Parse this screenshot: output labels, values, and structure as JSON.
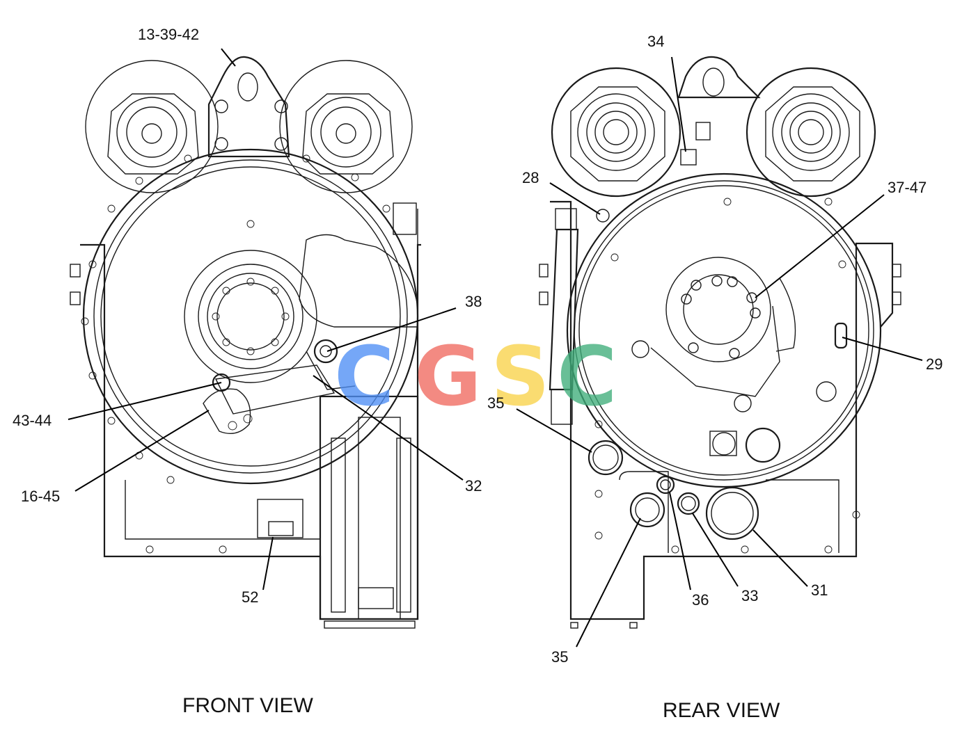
{
  "callouts": {
    "c_13_39_42": "13-39-42",
    "c_38": "38",
    "c_43_44": "43-44",
    "c_16_45": "16-45",
    "c_32": "32",
    "c_52": "52",
    "c_34": "34",
    "c_28": "28",
    "c_37_47": "37-47",
    "c_29": "29",
    "c_35_a": "35",
    "c_35_b": "35",
    "c_36": "36",
    "c_33": "33",
    "c_31": "31"
  },
  "views": {
    "front": "FRONT VIEW",
    "rear": "REAR VIEW"
  },
  "watermark": {
    "letters": [
      "C",
      "G",
      "S",
      "C"
    ],
    "colors": [
      "#4f8ff5",
      "#f06a60",
      "#f9d34a",
      "#3fae7a"
    ]
  }
}
